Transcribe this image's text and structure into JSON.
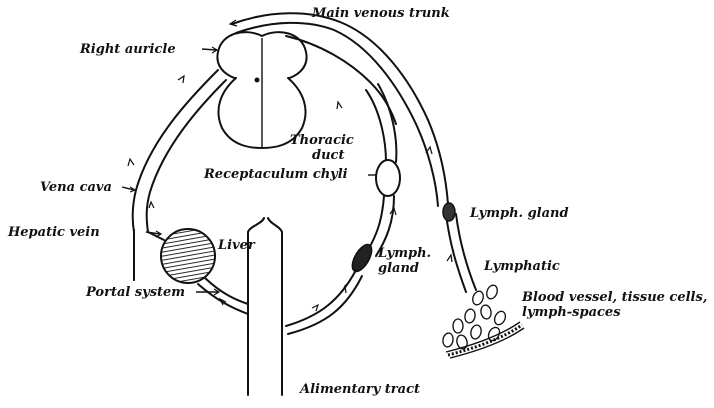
{
  "labels": {
    "main_venous_trunk": "Main venous trunk",
    "right_auricle": "Right auricle",
    "thoracic_duct_line1": "Thoracic",
    "thoracic_duct_line2": "duct",
    "receptaculum_chyli": "Receptaculum chyli",
    "vena_cava": "Vena cava",
    "lymph_gland_top": "Lymph. gland",
    "hepatic_vein": "Hepatic vein",
    "liver": "Liver",
    "lymph_gland_mid_line1": "Lymph.",
    "lymph_gland_mid_line2": "gland",
    "lymphatic": "Lymphatic",
    "portal_system": "Portal system",
    "blood_vessel_line1": "Blood vessel, tissue cells,",
    "blood_vessel_line2": "lymph-spaces",
    "alimentary_tract": "Alimentary tract"
  }
}
